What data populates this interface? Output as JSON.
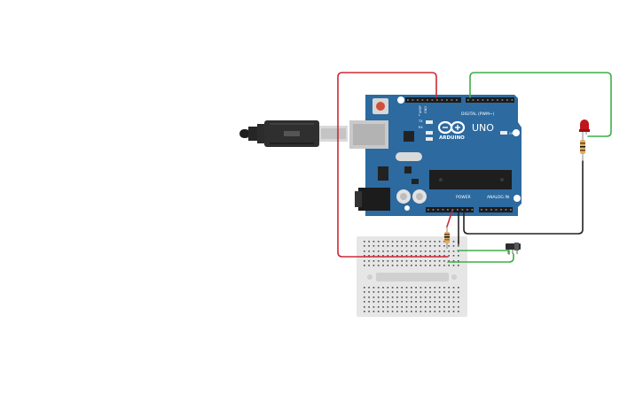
{
  "board": {
    "brand": "ARDUINO",
    "model": "UNO",
    "digital_label": "DIGITAL (PWM~)",
    "power_label": "POWER",
    "analog_label": "ANALOG IN",
    "aref": "AREF",
    "gnd": "GND",
    "tx": "TX",
    "rx": "RX",
    "l_led": "L",
    "on_label": "ON"
  },
  "colors": {
    "board": "#2c6aa0",
    "wire_red": "#cc2a36",
    "wire_green": "#3fae49",
    "wire_black": "#222222",
    "led": "#c0171c",
    "breadboard": "#e6e6e6"
  }
}
